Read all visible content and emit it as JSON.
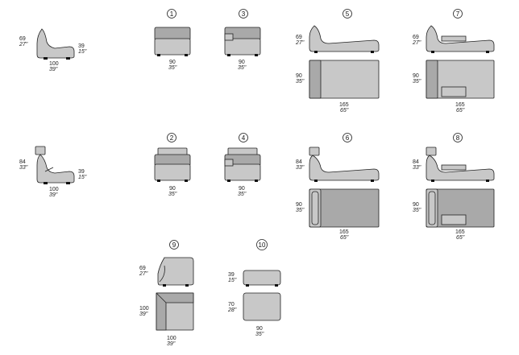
{
  "modules": {
    "m1": {
      "number": "1"
    },
    "m2": {
      "number": "2"
    },
    "m3": {
      "number": "3"
    },
    "m4": {
      "number": "4"
    },
    "m5": {
      "number": "5"
    },
    "m6": {
      "number": "6"
    },
    "m7": {
      "number": "7"
    },
    "m8": {
      "number": "8"
    },
    "m9": {
      "number": "9"
    },
    "m10": {
      "number": "10"
    }
  },
  "dims": {
    "profile_low_height": {
      "cm": "69",
      "in": "27\""
    },
    "profile_high_height": {
      "cm": "84",
      "in": "33\""
    },
    "seat_height": {
      "cm": "39",
      "in": "15\""
    },
    "profile_depth": {
      "cm": "100",
      "in": "39\""
    },
    "width_90": {
      "cm": "90",
      "in": "35\""
    },
    "depth_90": {
      "cm": "90",
      "in": "35\""
    },
    "width_165": {
      "cm": "165",
      "in": "65\""
    },
    "corner_depth": {
      "cm": "100",
      "in": "39\""
    },
    "corner_width": {
      "cm": "100",
      "in": "39\""
    },
    "ottoman_height": {
      "cm": "39",
      "in": "15\""
    },
    "ottoman_depth": {
      "cm": "70",
      "in": "28\""
    },
    "ottoman_width": {
      "cm": "90",
      "in": "35\""
    }
  }
}
